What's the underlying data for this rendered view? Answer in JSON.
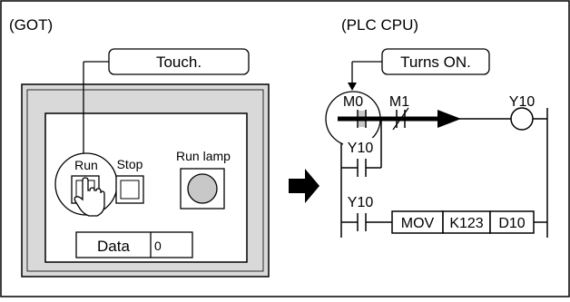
{
  "got": {
    "section_label": "(GOT)",
    "callout": "Touch.",
    "run_label": "Run",
    "stop_label": "Stop",
    "lamp_label": "Run lamp",
    "data_label": "Data",
    "data_value": "0"
  },
  "plc": {
    "section_label": "(PLC CPU)",
    "callout": "Turns ON.",
    "contact_m0": "M0",
    "contact_m1": "M1",
    "coil_y10": "Y10",
    "contact_y10_selfhold": "Y10",
    "contact_y10_mov": "Y10",
    "instruction": "MOV",
    "source": "K123",
    "destination": "D10"
  },
  "colors": {
    "panel_fill": "#d9d9d9",
    "screen_fill": "#ffffff",
    "lamp_fill": "#c8c8c8",
    "flow_arrow": "#000000"
  }
}
